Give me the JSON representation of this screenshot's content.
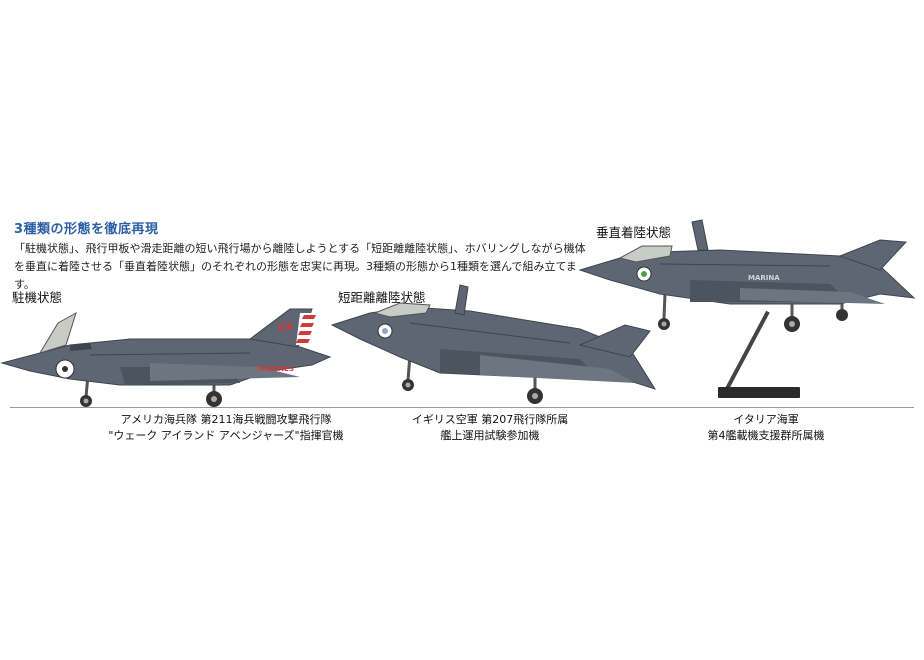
{
  "heading": "3種類の形態を徹底再現",
  "description_lines": [
    "「駐機状態」、飛行甲板や滑走距離の短い飛行場から離陸しようとする「短距離離陸状態」、ホバリングしながら機体",
    "を垂直に着陸させる「垂直着陸状態」のそれぞれの形態を忠実に再現。3種類の形態から1種類を選んで組み立てます。"
  ],
  "states": [
    {
      "label": "駐機状態",
      "caption": [
        "アメリカ海兵隊 第211海兵戦闘攻撃飛行隊",
        "\"ウェーク アイランド アベンジャーズ\"指揮官機"
      ],
      "markings": {
        "tail": "CF",
        "fuselage": "MARINES"
      }
    },
    {
      "label": "短距離離陸状態",
      "caption": [
        "イギリス空軍 第207飛行隊所属",
        "艦上運用試験参加機"
      ]
    },
    {
      "label": "垂直着陸状態",
      "caption": [
        "イタリア海軍",
        "第4艦載機支援群所属機"
      ],
      "markings": {
        "fuselage": "MARINA"
      }
    }
  ],
  "colors": {
    "heading": "#2a5fa8",
    "aircraft_body": "#5d6672",
    "aircraft_dark": "#3e454f",
    "aircraft_light": "#8c95a0",
    "usmc_tail_stripe": "#d23a3a"
  }
}
